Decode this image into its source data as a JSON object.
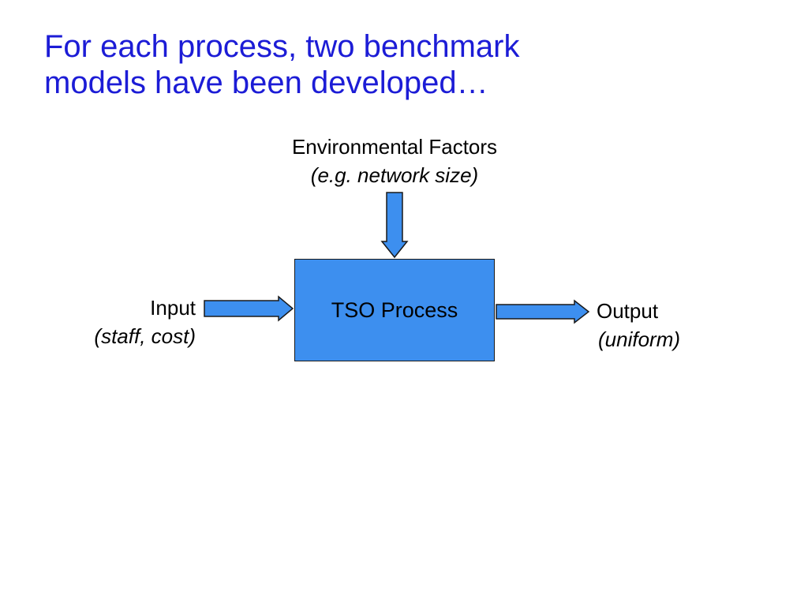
{
  "slide": {
    "title_line1": "For each process, two benchmark",
    "title_line2": "models have been developed…",
    "title_color": "#1c1cd6"
  },
  "diagram": {
    "fill_color": "#3d8fef",
    "process": {
      "label": "TSO Process"
    },
    "environmental": {
      "label": "Environmental Factors",
      "example": "(e.g. network size)"
    },
    "input": {
      "label": "Input",
      "example": "(staff, cost)"
    },
    "output": {
      "label": "Output",
      "example": "(uniform)"
    }
  }
}
